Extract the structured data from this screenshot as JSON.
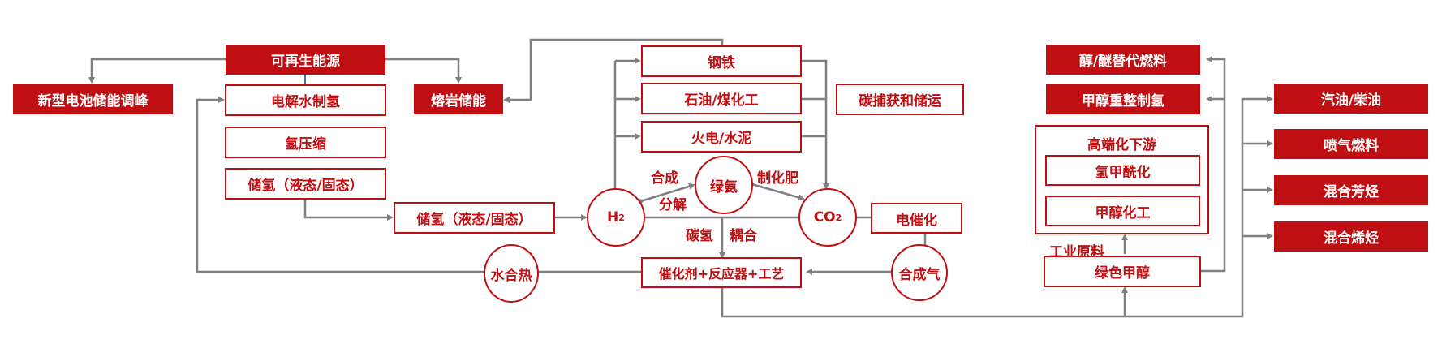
{
  "colors": {
    "accent": "#c00f12",
    "connector": "#808080",
    "text_on_accent": "#ffffff"
  },
  "source": {
    "renewable": "可再生能源"
  },
  "storage_options": {
    "battery": "新型电池储能调峰",
    "molten_salt": "熔岩储能"
  },
  "hydrogen_chain": {
    "electrolysis": "电解水制氢",
    "compression": "氢压缩",
    "storage_1": "储氢（液态/固态）",
    "storage_2": "储氢（液态/固态）"
  },
  "industries": {
    "steel": "钢铁",
    "petro_coal": "石油/煤化工",
    "power_cement": "火电/水泥"
  },
  "ccus": "碳捕获和储运",
  "hubs": {
    "h2": "H",
    "h2_sub": "2",
    "co2": "CO",
    "co2_sub": "2",
    "green_ammonia": "绿氨",
    "hydration_heat": "水合热",
    "syngas": "合成气"
  },
  "edge_labels": {
    "synthesis": "合成",
    "decomposition": "分解",
    "fertilizer": "制化肥",
    "carbon_hydrogen": "碳氢",
    "coupling": "耦合",
    "industrial_feedstock": "工业原料"
  },
  "process": {
    "catalyst_reactor": "催化剂+反应器+工艺",
    "electrocatalysis": "电催化"
  },
  "methanol": {
    "green_methanol": "绿色甲醇",
    "high_end_title": "高端化下游",
    "hydroformylation": "氢甲酰化",
    "methanol_chemicals": "甲醇化工",
    "alcohol_ether_fuel": "醇/醚替代燃料",
    "reforming_h2": "甲醇重整制氢"
  },
  "fuels": {
    "gasoline_diesel": "汽油/柴油",
    "jet_fuel": "喷气燃料",
    "mixed_aromatics": "混合芳烃",
    "mixed_olefins": "混合烯烃"
  }
}
